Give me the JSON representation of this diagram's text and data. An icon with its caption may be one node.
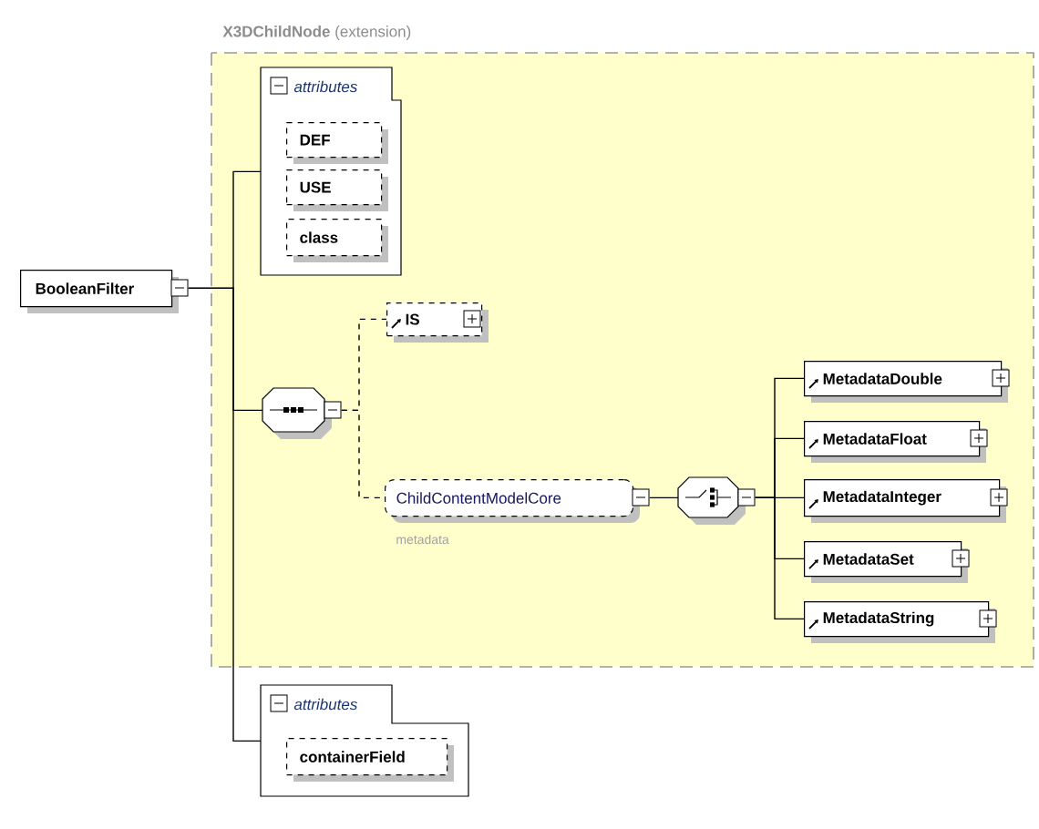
{
  "diagram": {
    "nodes": [
      {
        "text": [
          "BooleanFilter"
        ]
      },
      {
        "text": [
          "**X3DChildNode** (extension)"
        ]
      },
      {
        "text": [
          "attributes"
        ],
        "in": 1
      },
      {
        "text": [
          "DEF"
        ],
        "in": 2
      },
      {
        "text": [
          "USE"
        ],
        "in": 2
      },
      {
        "text": [
          "class"
        ],
        "in": 2
      },
      {
        "text": [],
        "shape": "octagon",
        "in": 1
      },
      {
        "text": [
          "IS"
        ],
        "in": 1
      },
      {
        "text": [
          "ChildContentModelCore"
        ],
        "beside": [
          "metadata"
        ],
        "in": 1
      },
      {
        "text": [],
        "shape": "octagon",
        "in": 1
      },
      {
        "text": [
          "MetadataDouble"
        ],
        "in": 1
      },
      {
        "text": [
          "MetadataFloat"
        ],
        "in": 1
      },
      {
        "text": [
          "MetadataInteger"
        ],
        "in": 1
      },
      {
        "text": [
          "MetadataSet"
        ],
        "in": 1
      },
      {
        "text": [
          "MetadataString"
        ],
        "in": 1
      },
      {
        "text": [
          "attributes"
        ]
      },
      {
        "text": [
          "containerField"
        ],
        "in": 15
      }
    ],
    "edges": [
      {
        "from": 0,
        "to": 2,
        "arrow": "none"
      },
      {
        "from": 0,
        "to": 6,
        "arrow": "none"
      },
      {
        "from": 0,
        "to": 15,
        "arrow": "none"
      },
      {
        "from": 6,
        "to": 7,
        "arrow": "none",
        "style": "dashed"
      },
      {
        "from": 6,
        "to": 8,
        "arrow": "none",
        "style": "dashed"
      },
      {
        "from": 8,
        "to": 9,
        "arrow": "none"
      },
      {
        "from": 9,
        "to": 10,
        "arrow": "none"
      },
      {
        "from": 9,
        "to": 11,
        "arrow": "none"
      },
      {
        "from": 9,
        "to": 12,
        "arrow": "none"
      },
      {
        "from": 9,
        "to": 13,
        "arrow": "none"
      },
      {
        "from": 9,
        "to": 14,
        "arrow": "none"
      }
    ]
  }
}
